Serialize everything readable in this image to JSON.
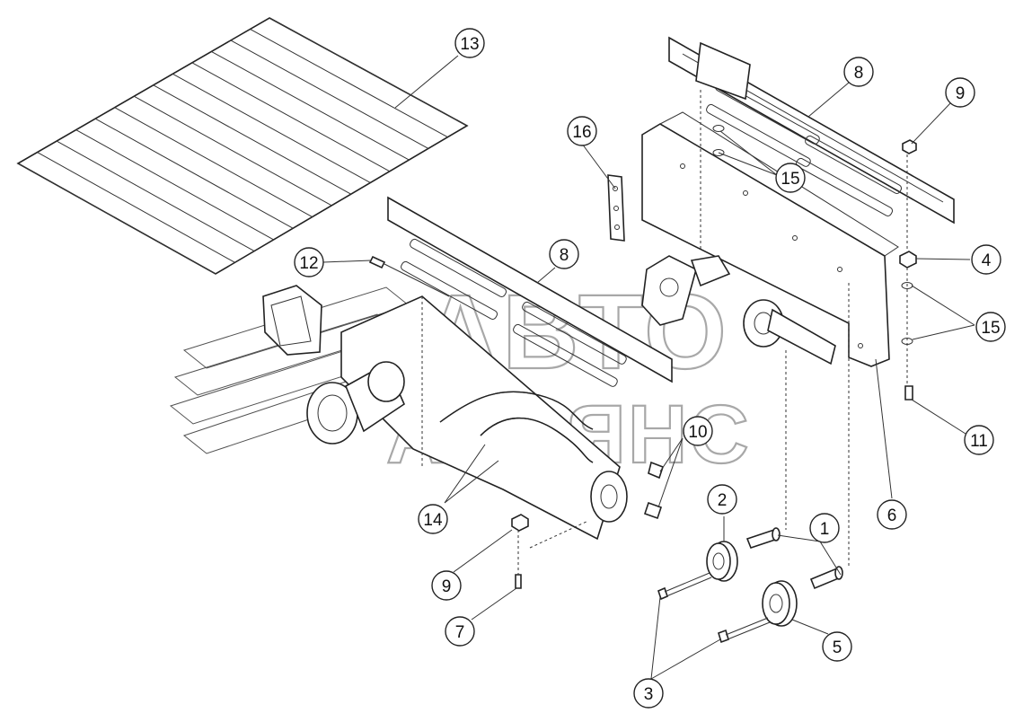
{
  "watermark": {
    "line1": "АВТО",
    "line2": "АЛЬЯНС"
  },
  "callouts": [
    {
      "id": "c13",
      "label": "13"
    },
    {
      "id": "c16",
      "label": "16"
    },
    {
      "id": "c8a",
      "label": "8"
    },
    {
      "id": "c9a",
      "label": "9"
    },
    {
      "id": "c15a",
      "label": "15"
    },
    {
      "id": "c12",
      "label": "12"
    },
    {
      "id": "c8b",
      "label": "8"
    },
    {
      "id": "c4",
      "label": "4"
    },
    {
      "id": "c15b",
      "label": "15"
    },
    {
      "id": "c11",
      "label": "11"
    },
    {
      "id": "c10",
      "label": "10"
    },
    {
      "id": "c6",
      "label": "6"
    },
    {
      "id": "c2",
      "label": "2"
    },
    {
      "id": "c1",
      "label": "1"
    },
    {
      "id": "c14",
      "label": "14"
    },
    {
      "id": "c9b",
      "label": "9"
    },
    {
      "id": "c7",
      "label": "7"
    },
    {
      "id": "c5",
      "label": "5"
    },
    {
      "id": "c3",
      "label": "3"
    }
  ]
}
